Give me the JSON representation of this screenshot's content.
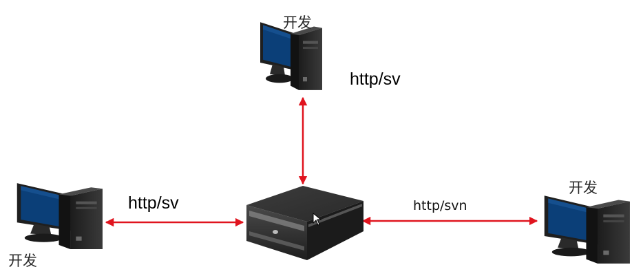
{
  "nodes": {
    "top_client": {
      "label": "开发",
      "icon": "desktop-computer-icon"
    },
    "left_client": {
      "label": "开发",
      "icon": "desktop-computer-icon"
    },
    "right_client": {
      "label": "开发",
      "icon": "desktop-computer-icon"
    },
    "center_server": {
      "icon": "server-icon"
    }
  },
  "edges": {
    "top": {
      "label": "http/sv"
    },
    "left": {
      "label": "http/sv"
    },
    "right": {
      "label": "http/svn"
    }
  },
  "colors": {
    "arrow": "#e0141e",
    "screen": "#0b3f78",
    "case": "#2a2a2a",
    "server": "#262626"
  }
}
